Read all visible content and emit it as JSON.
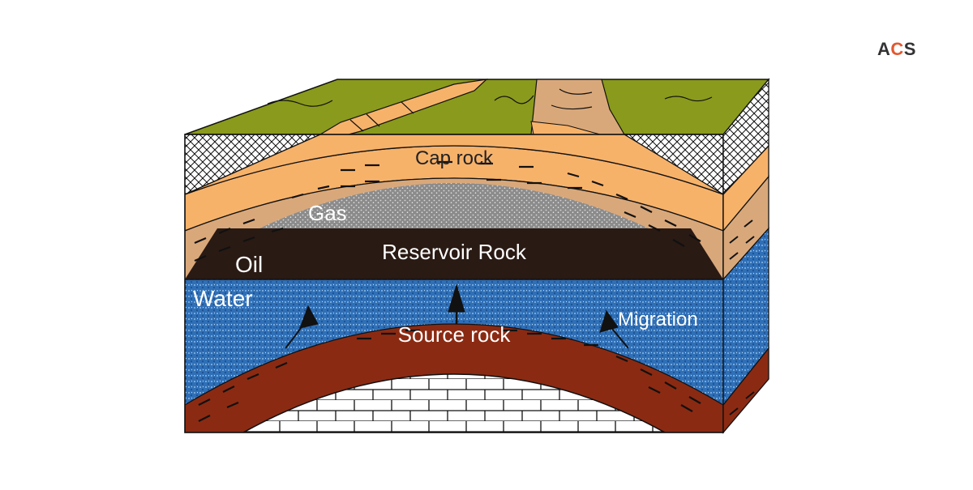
{
  "logo": {
    "text_a": "A",
    "text_c": "C",
    "text_s": "S",
    "accent_color": "#e4572e",
    "text_color": "#333333"
  },
  "labels": {
    "cap_rock": "Cap rock",
    "gas": "Gas",
    "oil": "Oil",
    "reservoir_rock": "Reservoir Rock",
    "water": "Water",
    "source_rock": "Source rock",
    "migration": "Migration"
  },
  "colors": {
    "surface": "#8a9a1c",
    "cap_orange": "#f7b26a",
    "cap_tan": "#d9a87a",
    "gas": "#8b8b8b",
    "oil": "#2a1a14",
    "water": "#2f6fb6",
    "source": "#8b2a12",
    "limestone": "#ffffff",
    "outline": "#111111"
  }
}
